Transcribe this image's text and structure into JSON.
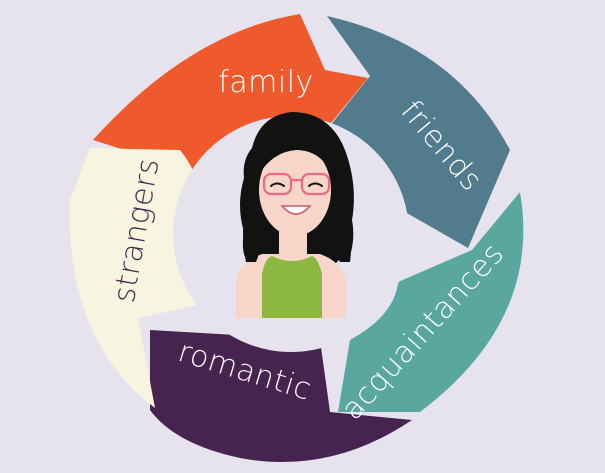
{
  "colors": {
    "background": "#e6e3ee",
    "family": "#ef5a2c",
    "friends": "#527b8d",
    "acquaintances": "#5aa7a0",
    "romantic": "#47244f",
    "strangers": "#f7f5df",
    "label_light": "#ffffff",
    "label_dark": "#47244f",
    "hair": "#121212",
    "skin": "#f7d6c9",
    "shirt": "#8cb83f",
    "glasses": "#ea6a87"
  },
  "cycle": {
    "segments": [
      {
        "key": "family",
        "label": "family"
      },
      {
        "key": "friends",
        "label": "friends"
      },
      {
        "key": "acquaintances",
        "label": "acquaintances"
      },
      {
        "key": "romantic",
        "label": "romantic"
      },
      {
        "key": "strangers",
        "label": "strangers"
      }
    ]
  },
  "center_icon": "woman-avatar-icon"
}
